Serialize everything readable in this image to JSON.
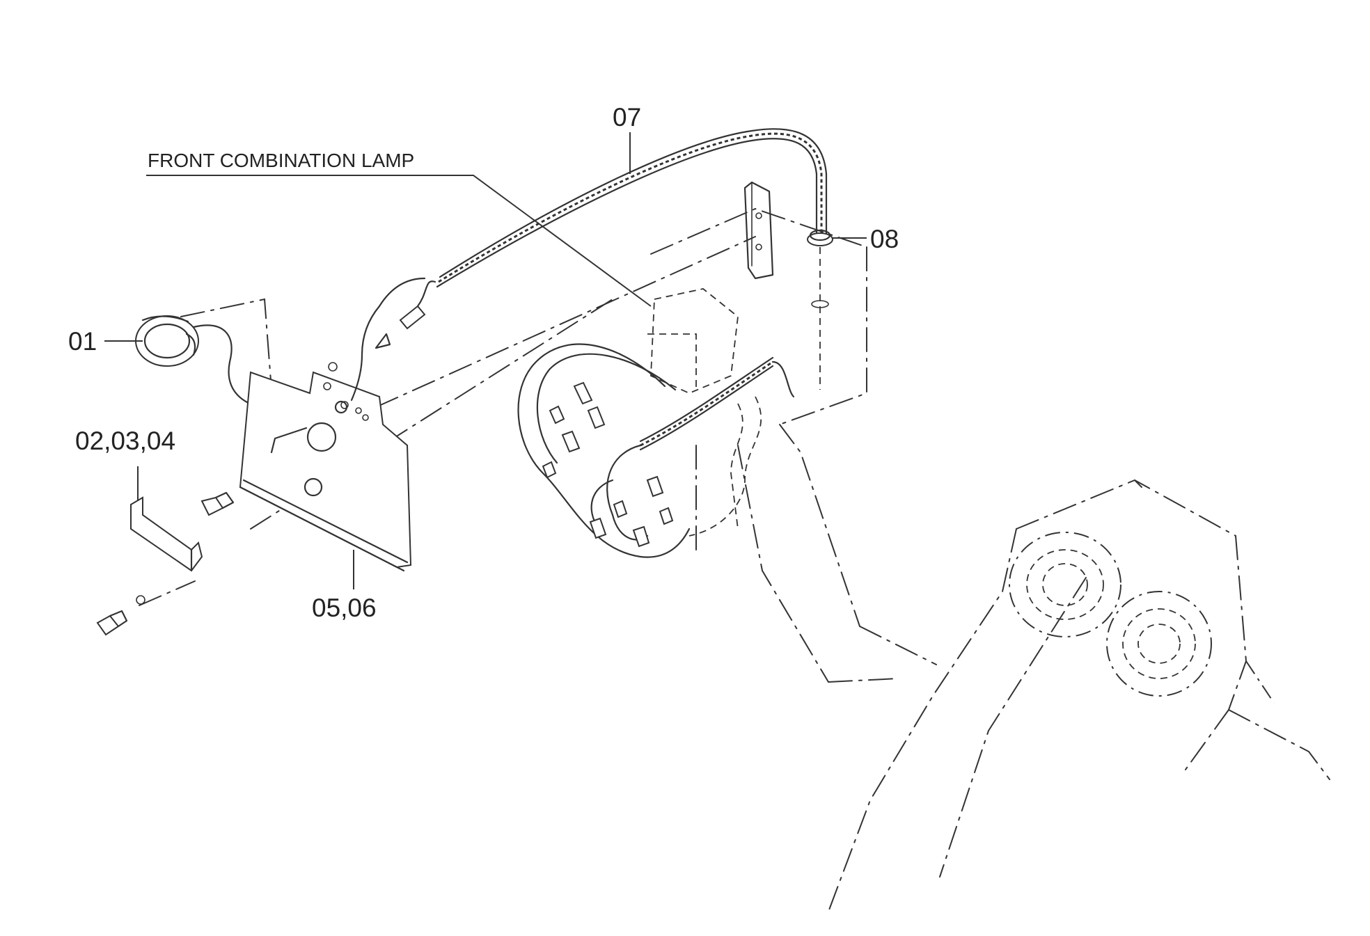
{
  "callouts": {
    "c01": "01",
    "c02": "02,03,04",
    "c05": "05,06",
    "c07": "07",
    "c08": "08",
    "lamp": "FRONT COMBINATION LAMP"
  },
  "colors": {
    "line": "#333333",
    "background": "#ffffff"
  }
}
